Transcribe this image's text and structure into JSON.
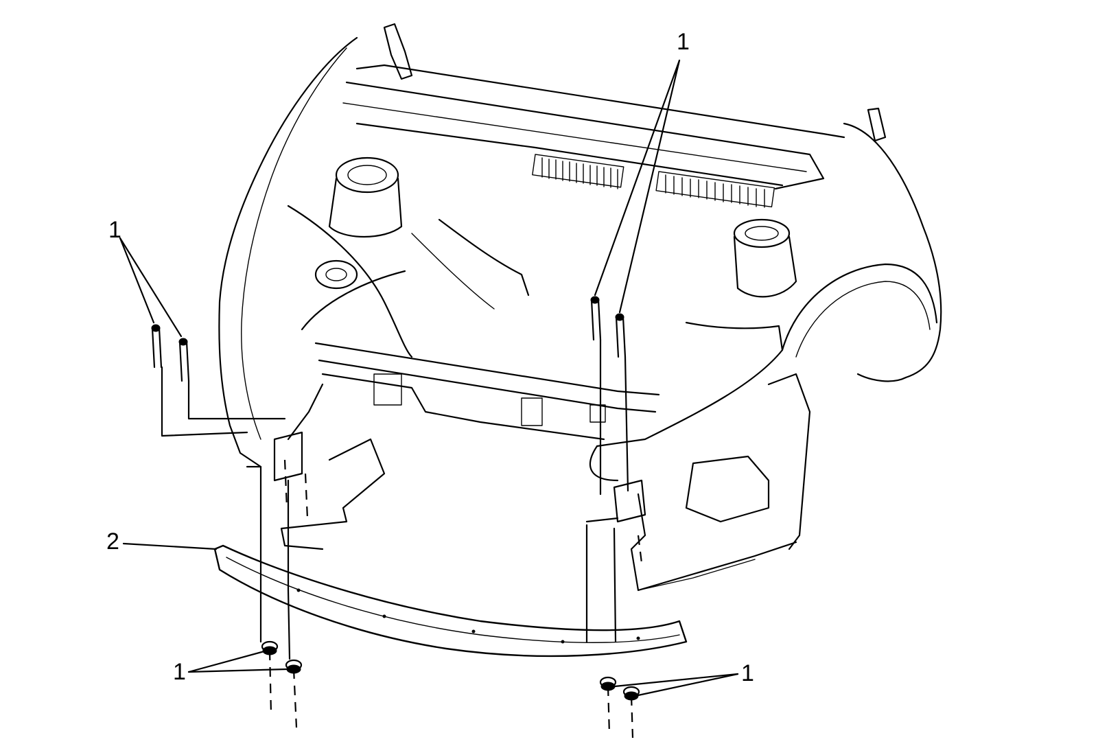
{
  "callouts": [
    {
      "id": "top-center",
      "text": "1"
    },
    {
      "id": "left-upper",
      "text": "1"
    },
    {
      "id": "air-deflector",
      "text": "2"
    },
    {
      "id": "left-lower",
      "text": "1"
    },
    {
      "id": "right-lower",
      "text": "1"
    }
  ]
}
